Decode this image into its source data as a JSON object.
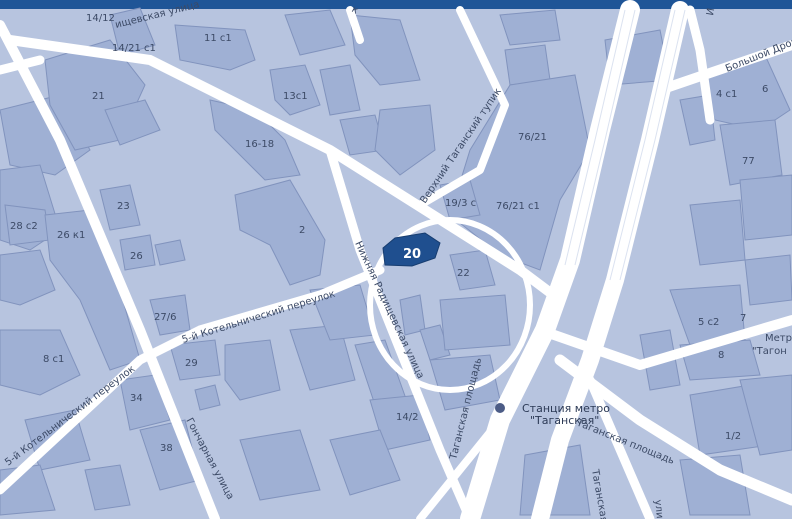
{
  "highlight": {
    "number": "20",
    "color": "#1f4f8f"
  },
  "colors": {
    "background": "#b7c4df",
    "building": "#9fb0d4",
    "road": "#ffffff",
    "top_bar": "#1f5597"
  },
  "metro": {
    "line1": "Станция метро",
    "line2": "\"Таганская\"",
    "icon": "metro-icon"
  },
  "labels": {
    "b14_2": "14/12",
    "b14_21": "14/21 с1",
    "b21": "21",
    "b11": "11 с1",
    "b13": "13с1",
    "b16_18": "16-18",
    "b23": "23",
    "b28": "28 с2",
    "b26": "26 к1",
    "b26b": "26",
    "b2": "2",
    "b27_6": "27/6",
    "b29": "29",
    "b8": "8 с1",
    "b34": "34",
    "b38": "38",
    "b14_2b": "14/2",
    "b22": "22",
    "b76_21": "76/21",
    "b76_21_1": "76/21 с1",
    "b19_3": "19/3 с",
    "b4": "4 с1",
    "b6": "6",
    "b77": "77",
    "b5": "5 с2",
    "b7": "7",
    "b8b": "8",
    "b1_2": "1/2",
    "metro_right": "Метр",
    "tagansk_right": "\"Тагон"
  },
  "streets": {
    "radishchevskaya": "ищевская улица",
    "top_fragment": "к",
    "bolshoy_drovyanoy": "Большой Дров",
    "vertical_fragment": "И",
    "verkhny_tagansky": "Верхний Таганский тупик",
    "nizhnyaya_radishchevskaya": "Нижняя Радищевская улица",
    "kotelnichesky_1": "5-й Котельнический переулок",
    "kotelnichesky_2": "5-й Котельнический переулок",
    "goncharnaya": "Гончарная улица",
    "taganskaya_square": "Таганская площадь",
    "taganskaya_square_2": "Таганская площадь",
    "taganskaya_bottom": "Таганская",
    "bottom_right_fragment": "ули"
  }
}
